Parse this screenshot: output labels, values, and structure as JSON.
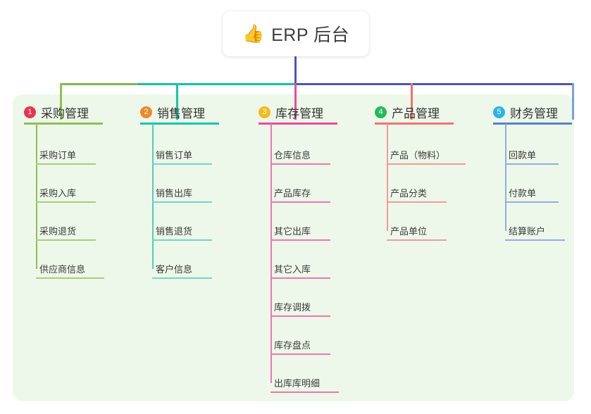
{
  "root": {
    "emoji": "👍",
    "emoji_name": "thumbs-up-icon",
    "title": "ERP 后台"
  },
  "colors": {
    "panel_bg": "#eef8ea",
    "page_bg": "#ffffff",
    "trunk": "#4a56b8",
    "bus_green": "#7cb951",
    "bus_teal": "#11c4a8",
    "bus_blue": "#4a56b8",
    "purchase": "#8cc152",
    "sales": "#16c5ac",
    "inventory": "#ea4c9a",
    "product": "#f2726f",
    "finance": "#7b9fe0",
    "badge1": "#e8344e",
    "badge2": "#f0882b",
    "badge3": "#f5bb1d",
    "badge4": "#22bb5b",
    "badge5": "#2bb3e8"
  },
  "columns": [
    {
      "index": "1",
      "badge": "1",
      "title": "采购管理",
      "line_color": "#8cc152",
      "badge_color": "#e8344e",
      "items": [
        {
          "label": "采购订单"
        },
        {
          "label": "采购入库"
        },
        {
          "label": "采购退货"
        },
        {
          "label": "供应商信息"
        }
      ]
    },
    {
      "index": "2",
      "badge": "2",
      "title": "销售管理",
      "line_color": "#16c5ac",
      "badge_color": "#f0882b",
      "items": [
        {
          "label": "销售订单"
        },
        {
          "label": "销售出库"
        },
        {
          "label": "销售退货"
        },
        {
          "label": "客户信息"
        }
      ]
    },
    {
      "index": "3",
      "badge": "3",
      "title": "库存管理",
      "line_color": "#ea4c9a",
      "badge_color": "#f5bb1d",
      "items": [
        {
          "label": "仓库信息"
        },
        {
          "label": "产品库存"
        },
        {
          "label": "其它出库"
        },
        {
          "label": "其它入库"
        },
        {
          "label": "库存调拨"
        },
        {
          "label": "库存盘点"
        },
        {
          "label": "出库库明细"
        }
      ]
    },
    {
      "index": "4",
      "badge": "4",
      "title": "产品管理",
      "line_color": "#f2726f",
      "badge_color": "#22bb5b",
      "items": [
        {
          "label": "产品（物料）"
        },
        {
          "label": "产品分类"
        },
        {
          "label": "产品单位"
        }
      ]
    },
    {
      "index": "5",
      "badge": "5",
      "title": "财务管理",
      "line_color": "#7b9fe0",
      "badge_color": "#2bb3e8",
      "items": [
        {
          "label": "回款单"
        },
        {
          "label": "付款单"
        },
        {
          "label": "结算账户"
        }
      ]
    }
  ]
}
